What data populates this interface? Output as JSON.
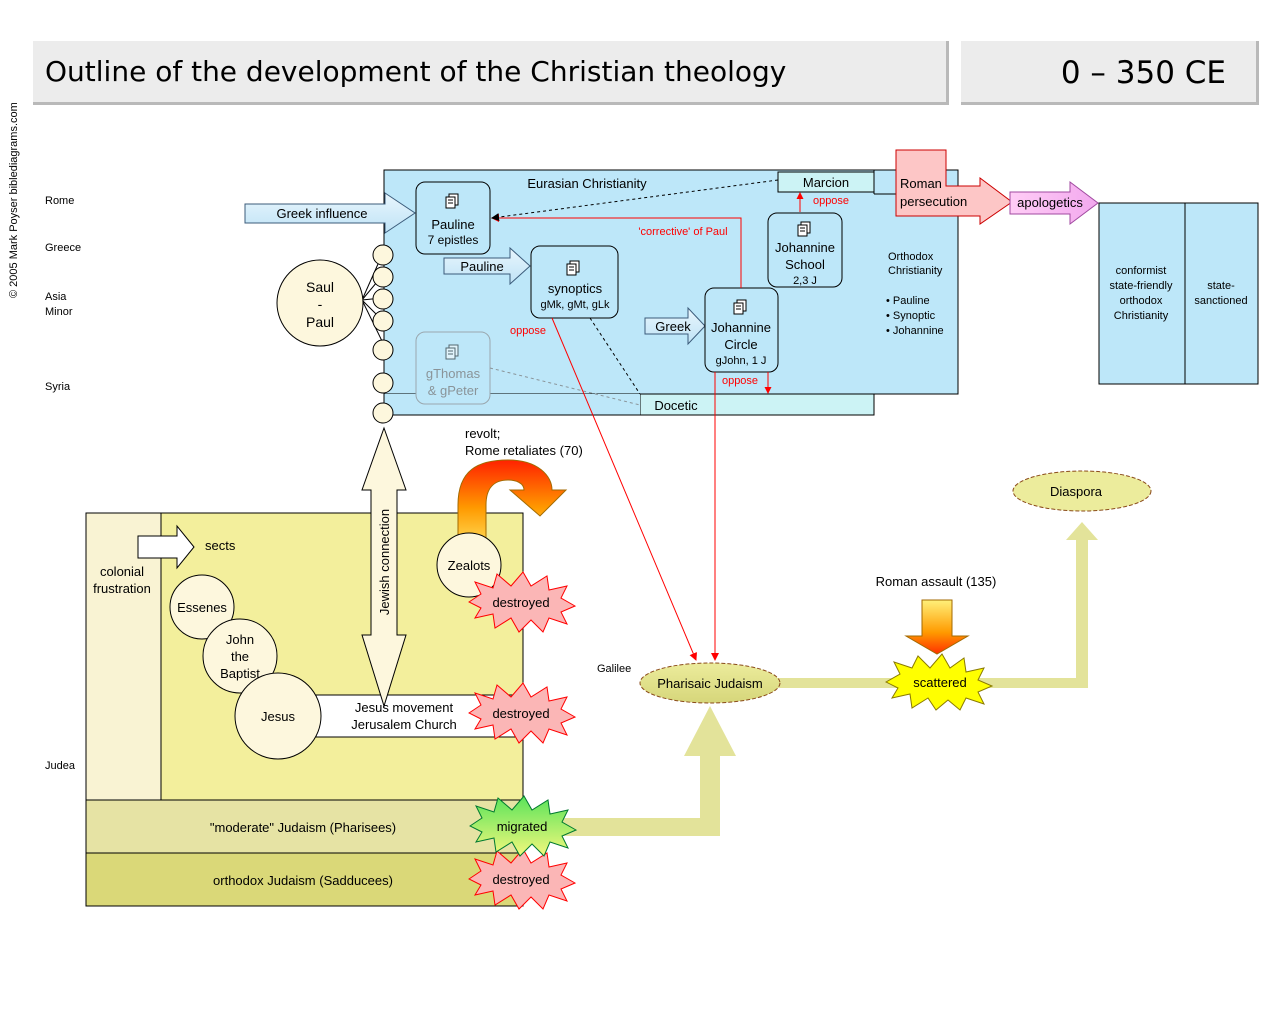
{
  "header": {
    "title": "Outline of the development of the Christian theology",
    "date_range": "0 – 350 CE"
  },
  "copyright": "© 2005 Mark Poyser  biblediagrams.com",
  "regions": {
    "rome": "Rome",
    "greece": "Greece",
    "asia_minor_1": "Asia",
    "asia_minor_2": "Minor",
    "syria": "Syria",
    "judea": "Judea",
    "galilee": "Galilee"
  },
  "eurasian": {
    "title": "Eurasian Christianity",
    "greek_influence": "Greek influence",
    "pauline_1": "Pauline",
    "pauline_2": "7 epistles",
    "pauline_arrow": "Pauline",
    "synoptics_1": "synoptics",
    "synoptics_2": "gMk, gMt, gLk",
    "greek_arrow": "Greek",
    "johannine_circle_1": "Johannine",
    "johannine_circle_2": "Circle",
    "johannine_circle_3": "gJohn, 1 J",
    "johannine_school_1": "Johannine",
    "johannine_school_2": "School",
    "johannine_school_3": "2,3 J",
    "gthomas_1": "gThomas",
    "gthomas_2": "& gPeter",
    "marcion": "Marcion",
    "docetic": "Docetic",
    "corrective": "'corrective' of Paul",
    "oppose": "oppose"
  },
  "saul_paul": {
    "line1": "Saul",
    "line2": "-",
    "line3": "Paul"
  },
  "orthodox": {
    "line1": "Orthodox",
    "line2": "Christianity",
    "item1": "• Pauline",
    "item2": "• Synoptic",
    "item3": "• Johannine"
  },
  "roman_persecution": {
    "line1": "Roman",
    "line2": "persecution"
  },
  "apologetics": "apologetics",
  "conformist": {
    "line1": "conformist",
    "line2": "state-friendly",
    "line3": "orthodox",
    "line4": "Christianity"
  },
  "state_sanctioned": {
    "line1": "state-",
    "line2": "sanctioned"
  },
  "judea": {
    "colonial_1": "colonial",
    "colonial_2": "frustration",
    "sects": "sects",
    "essenes": "Essenes",
    "john_1": "John",
    "john_2": "the",
    "john_3": "Baptist",
    "jesus": "Jesus",
    "jesus_movement_1": "Jesus movement",
    "jesus_movement_2": "Jerusalem Church",
    "zealots": "Zealots",
    "destroyed": "destroyed",
    "migrated": "migrated",
    "moderate": "\"moderate\" Judaism (Pharisees)",
    "orthodox_judaism": "orthodox Judaism (Sadducees)",
    "jewish_connection": "Jewish connection",
    "revolt_1": "revolt;",
    "revolt_2": "Rome retaliates (70)"
  },
  "later": {
    "pharisaic": "Pharisaic Judaism",
    "scattered": "scattered",
    "roman_assault": "Roman assault (135)",
    "diaspora": "Diaspora"
  },
  "colors": {
    "eurasian_bg": "#bde7f9",
    "judea_bg": "#f3ef9c",
    "moderate_bg": "#e6e3a4",
    "orthodox_bg": "#dad878",
    "opposition": "#ff0000"
  }
}
